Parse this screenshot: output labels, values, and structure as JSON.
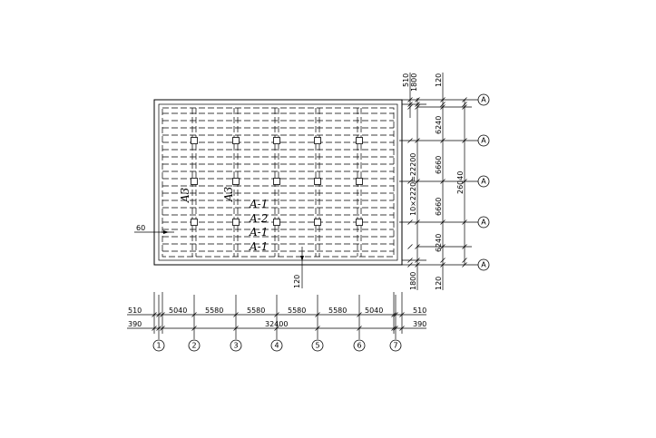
{
  "dims": {
    "top_left_510": "510",
    "top_left_1800": "1800",
    "top_right_120": "120",
    "right_6240_top": "6240",
    "right_6660_a": "6660",
    "right_6660_b": "6660",
    "right_6240_bottom": "6240",
    "right_total": "26040",
    "right_grid_formula": "10×2220=22200",
    "bottom_1800": "1800",
    "bottom_120": "120",
    "inner_120": "120",
    "left_60": "60",
    "h_510_left": "510",
    "h_5040_a": "5040",
    "h_5580_a": "5580",
    "h_5580_b": "5580",
    "h_5580_c": "5580",
    "h_5580_d": "5580",
    "h_5040_b": "5040",
    "h_510_right": "510",
    "h_390_left": "390",
    "h_total": "32400",
    "h_390_right": "390"
  },
  "labels": {
    "a3_left": "A3",
    "a3_mid": "A3",
    "a1_top": "A-1",
    "a2": "A-2",
    "a1_mid": "A-1",
    "a1_bottom": "A-1"
  },
  "axes": {
    "rows": [
      "A",
      "A",
      "A",
      "A",
      "A"
    ],
    "cols": [
      "1",
      "2",
      "3",
      "4",
      "5",
      "6",
      "7"
    ]
  }
}
